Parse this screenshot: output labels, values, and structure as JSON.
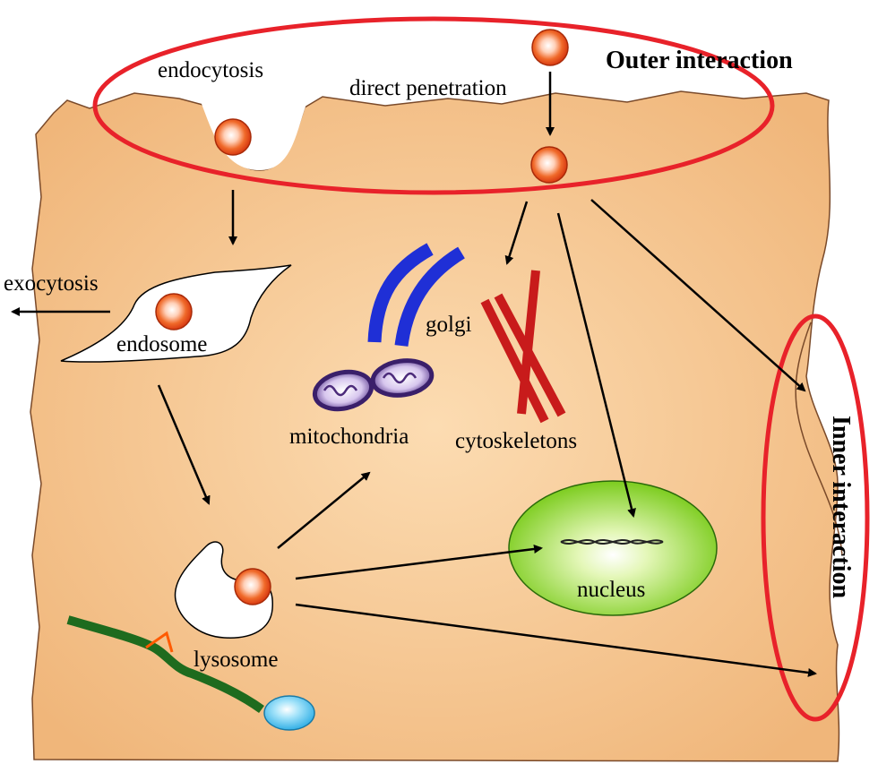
{
  "labels": {
    "endocytosis": "endocytosis",
    "direct_penetration": "direct penetration",
    "outer_interaction": "Outer interaction",
    "exocytosis": "exocytosis",
    "endosome": "endosome",
    "golgi": "golgi",
    "mitochondria": "mitochondria",
    "cytoskeletons": "cytoskeletons",
    "nucleus": "nucleus",
    "lysosome": "lysosome",
    "inner_interaction": "Inner interaction"
  },
  "colors": {
    "cell": "#f2bd85",
    "highlight_ring": "#e8222a",
    "golgi": "#1f2fd6",
    "cytoskeleton": "#c81b1b",
    "nucleus": "#8fd62a",
    "receptor_chain": "#1e6b1e",
    "receptor_link": "#ff5a00",
    "vesicle": "#4fc3ee",
    "mitochondria": "#4b2a7a",
    "particle": "#e8481c"
  }
}
